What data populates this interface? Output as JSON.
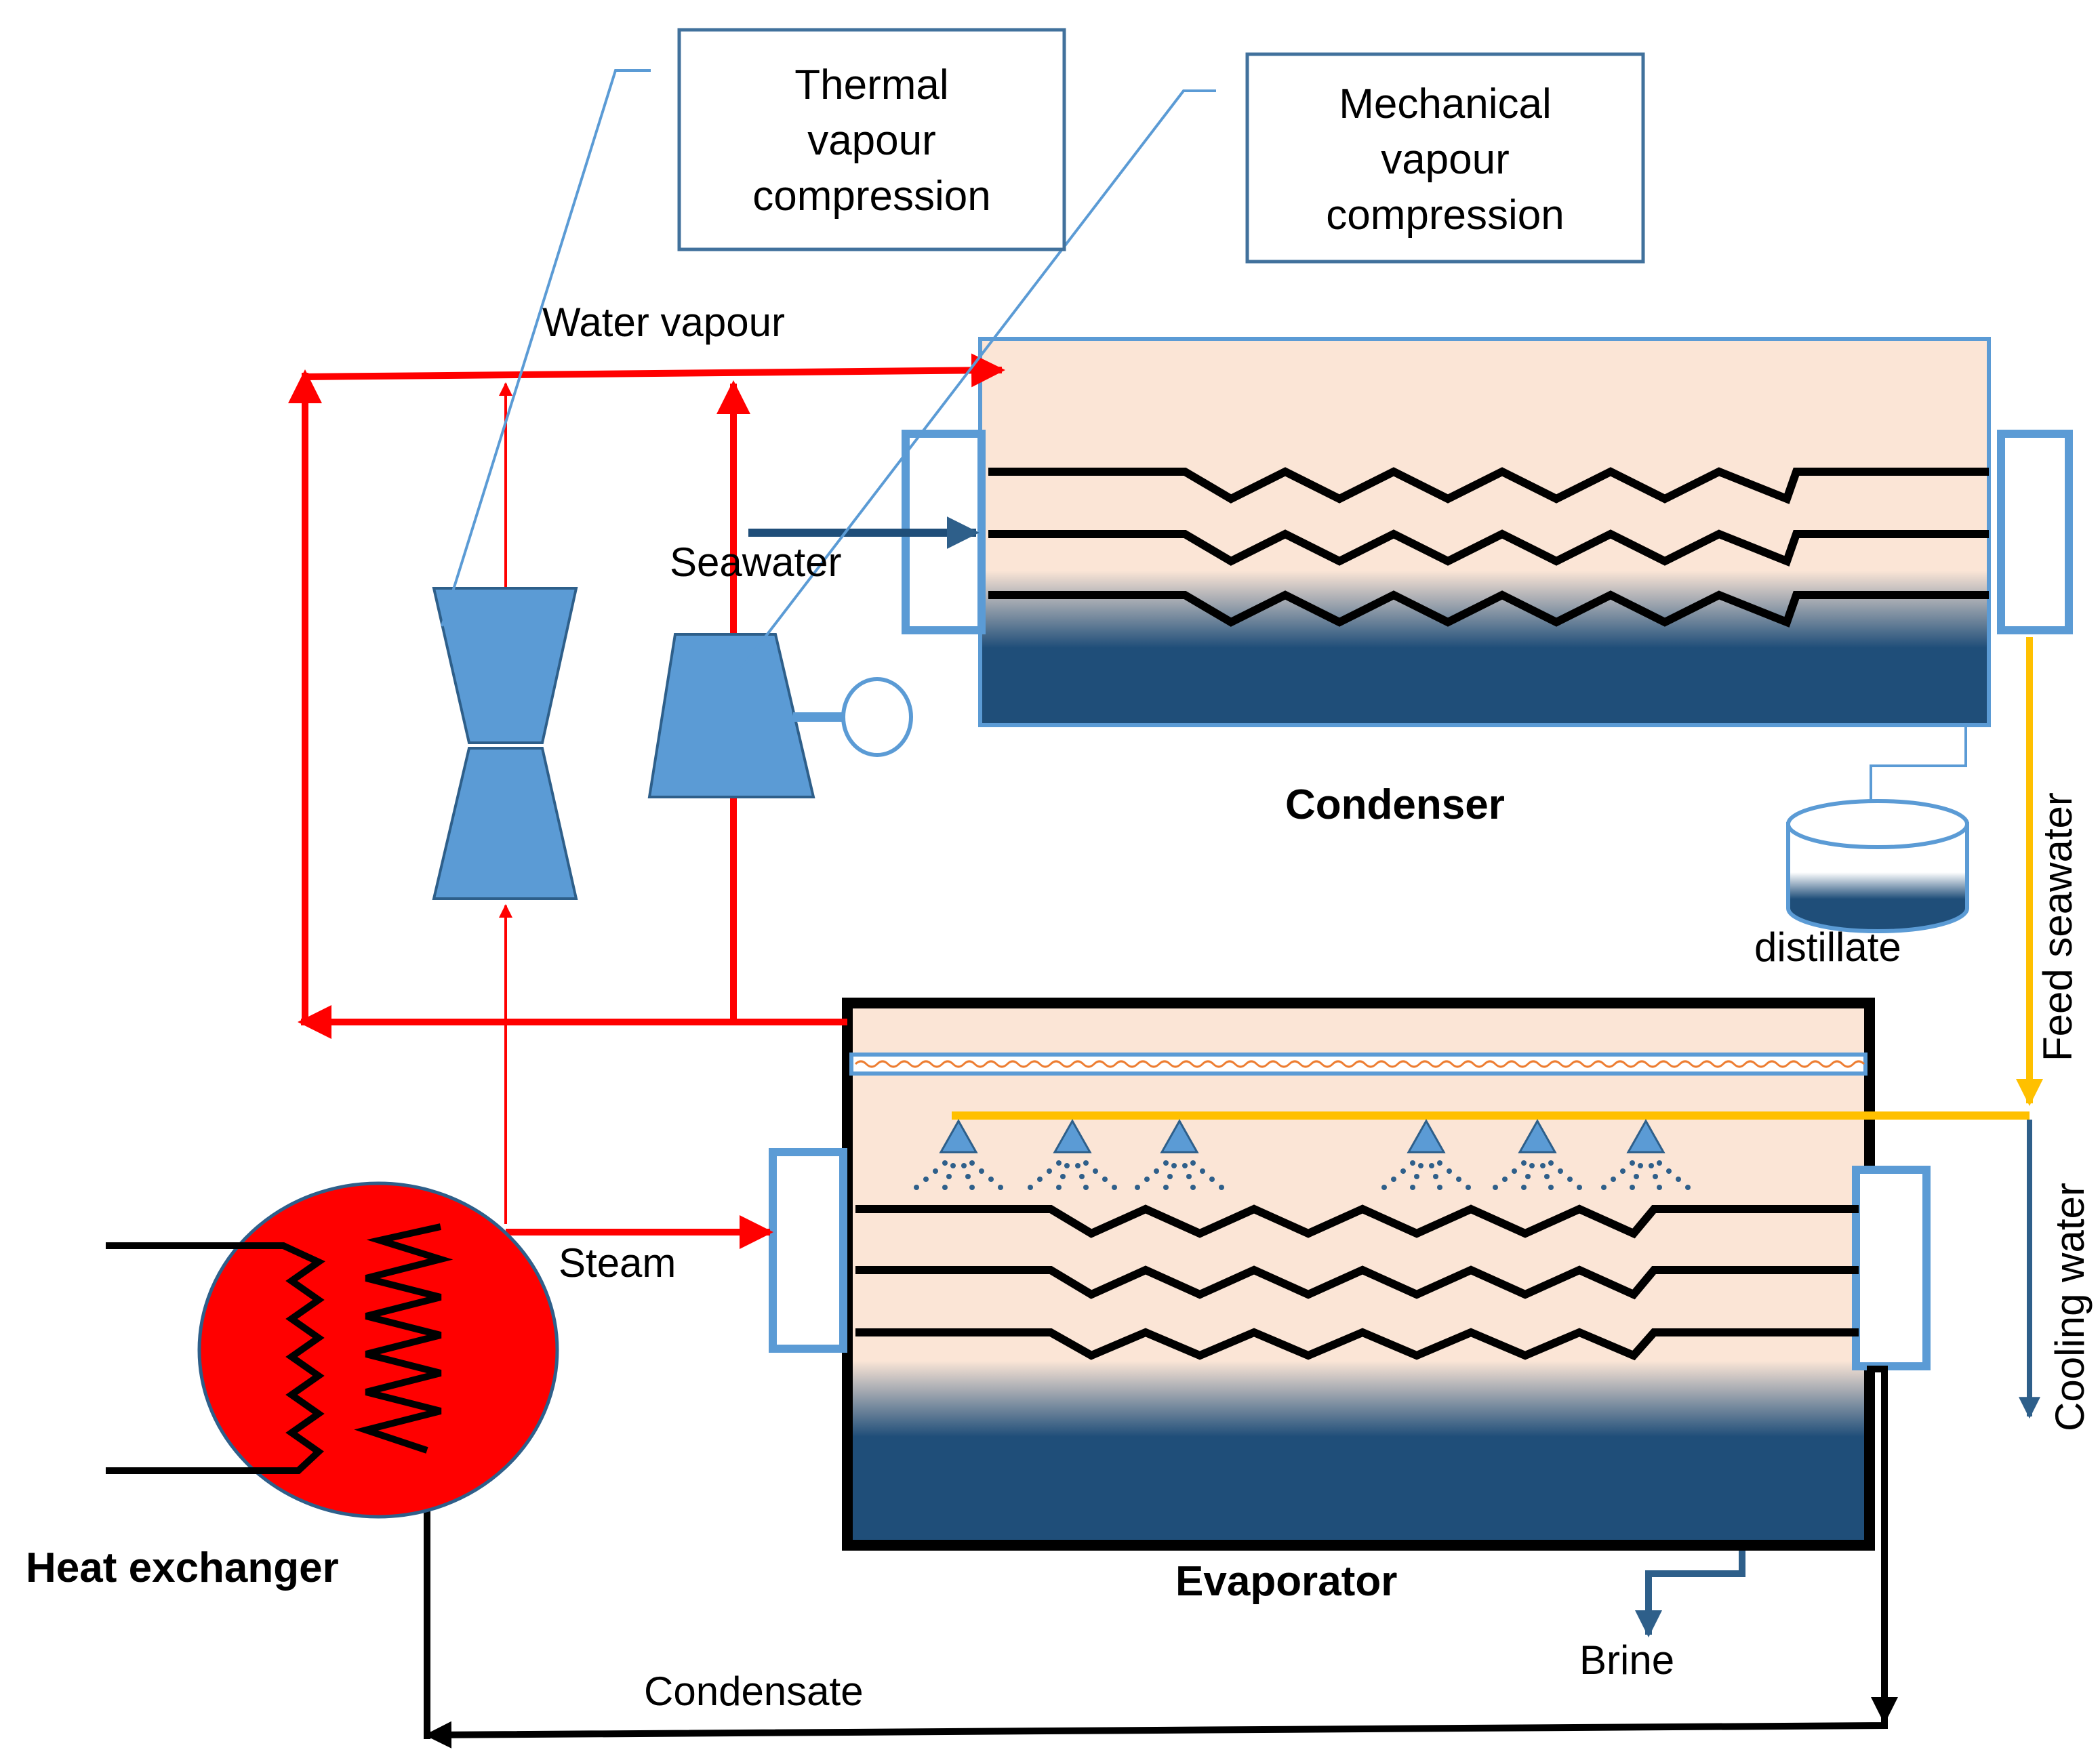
{
  "colors": {
    "vapour_red": "#ff0000",
    "seawater_blue": "#1f4e79",
    "feed_yellow": "#ffc000",
    "component_blue": "#5b9bd5",
    "chamber_top": "#fbe5d6",
    "chamber_liquid": "#1f4e79",
    "heat_exchanger_red": "#ff0000"
  },
  "callouts": {
    "thermal": {
      "line1": "Thermal",
      "line2": "vapour",
      "line3": "compression"
    },
    "mechanical": {
      "line1": "Mechanical",
      "line2": "vapour",
      "line3": "compression"
    }
  },
  "labels": {
    "water_vapour": "Water vapour",
    "seawater": "Seawater",
    "condenser": "Condenser",
    "distillate": "distillate",
    "feed_seawater": "Feed seawater",
    "cooling_water": "Cooling water",
    "steam": "Steam",
    "heat_exchanger": "Heat exchanger",
    "evaporator": "Evaporator",
    "brine": "Brine",
    "condensate": "Condensate"
  },
  "icons": {
    "thermal_compressor": "ejector-icon",
    "mechanical_compressor": "compressor-icon",
    "spray_nozzle": "spray-nozzle-icon",
    "distillate_tank": "tank-icon"
  }
}
